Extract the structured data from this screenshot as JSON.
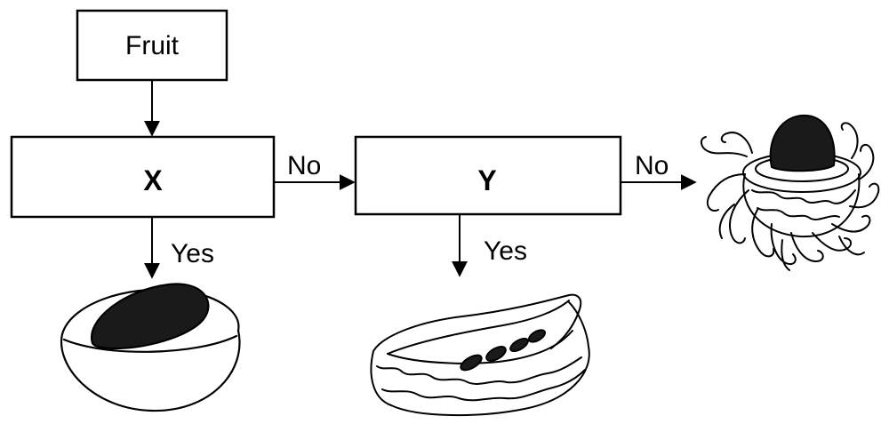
{
  "nodes": {
    "start": {
      "label": "Fruit"
    },
    "x": {
      "label": "X"
    },
    "y": {
      "label": "Y"
    }
  },
  "edges": {
    "x_no": {
      "label": "No"
    },
    "x_yes": {
      "label": "Yes"
    },
    "y_no": {
      "label": "No"
    },
    "y_yes": {
      "label": "Yes"
    }
  },
  "images": {
    "x_yes": "fruit-halved-single-seed-icon",
    "y_yes": "fruit-halved-many-seeds-icon",
    "y_no": "hairy-fruit-single-seed-icon"
  }
}
